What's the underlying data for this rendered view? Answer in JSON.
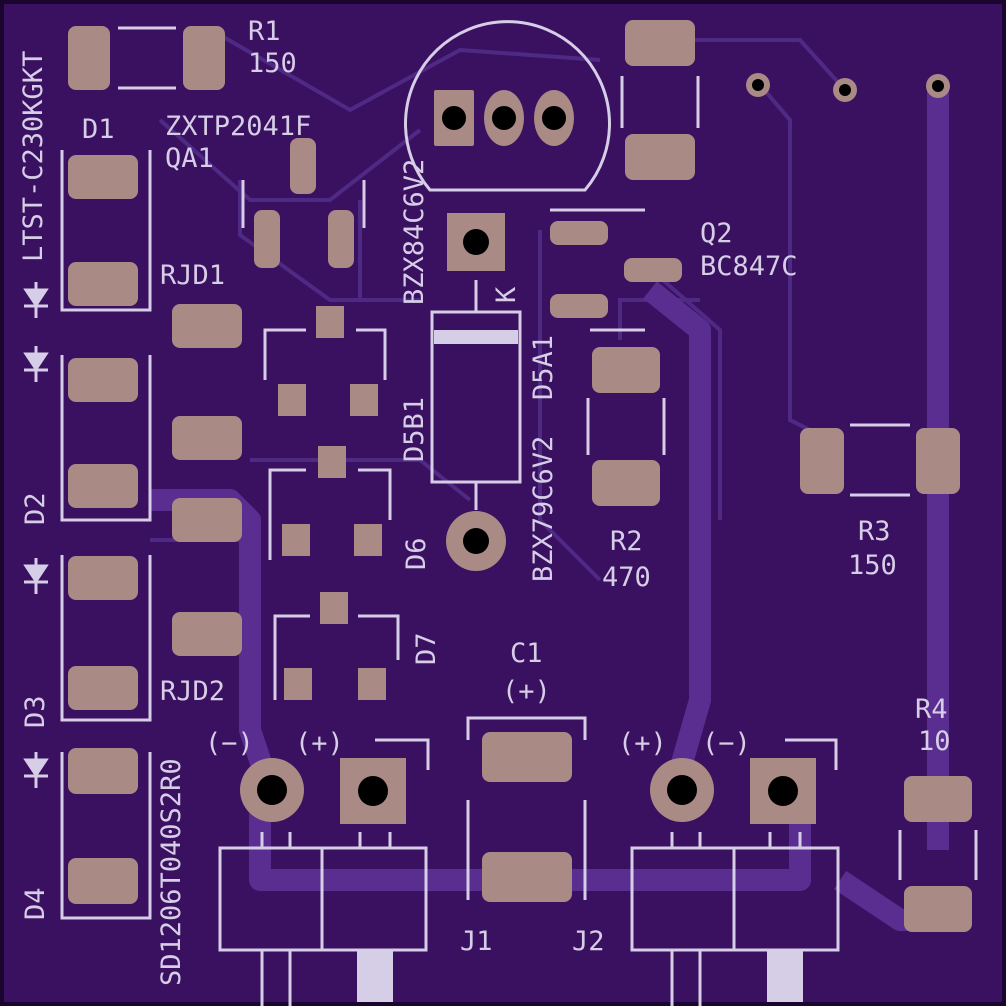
{
  "board": {
    "colors": {
      "board": "#3a1060",
      "silk": "#d6cde6",
      "pad": "#a98a85",
      "trace": "#4f2a85"
    }
  },
  "labels": {
    "r1_ref": "R1",
    "r1_val": "150",
    "d1": "D1",
    "d1_part": "LTST-C230KGKT",
    "qa1_part": "ZXTP2041F",
    "qa1": "QA1",
    "rjd1": "RJD1",
    "rjd2": "RJD2",
    "d2": "D2",
    "d3": "D3",
    "d4": "D4",
    "d4_part": "SD1206T040S2R0",
    "d5b1": "D5B1",
    "d5b1_part": "BZX84C6V2",
    "d5a1": "D5A1",
    "d5a1_part": "BZX79C6V2",
    "k": "K",
    "d6": "D6",
    "d7": "D7",
    "q2": "Q2",
    "q2_part": "BC847C",
    "r2_ref": "R2",
    "r2_val": "470",
    "r3_ref": "R3",
    "r3_val": "150",
    "r4_ref": "R4",
    "r4_val": "10",
    "c1": "C1",
    "c1_pol": "(+)",
    "j1": "J1",
    "j2": "J2",
    "j1_minus": "(−)",
    "j1_plus": "(+)",
    "j2_plus": "(+)",
    "j2_minus": "(−)"
  }
}
